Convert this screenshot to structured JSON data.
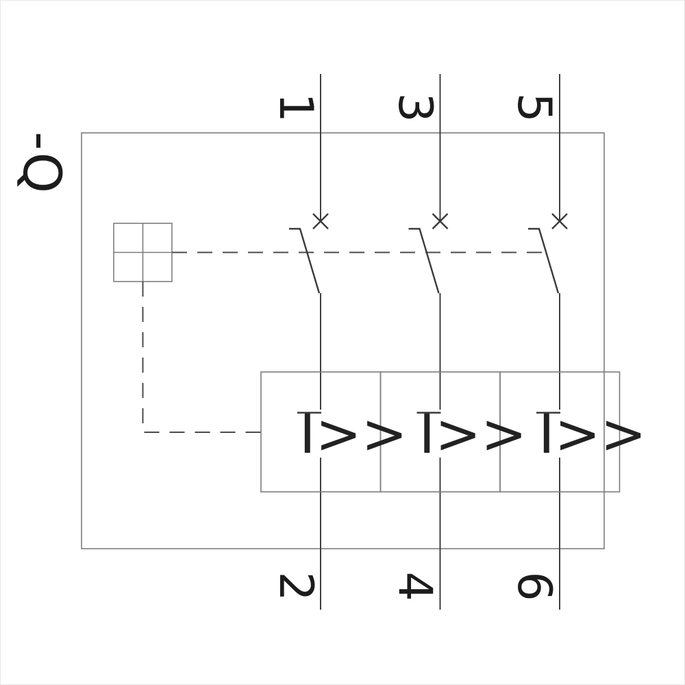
{
  "diagram": {
    "device_label": "-Q",
    "poles": [
      {
        "top_terminal": "1",
        "bottom_terminal": "2",
        "trip_symbol": "I>>"
      },
      {
        "top_terminal": "3",
        "bottom_terminal": "4",
        "trip_symbol": "I>>"
      },
      {
        "top_terminal": "5",
        "bottom_terminal": "6",
        "trip_symbol": "I>>"
      }
    ],
    "colors": {
      "background": "#ffffff",
      "circuit_line": "#3f3f3f",
      "frame_line": "#7d7d7d",
      "dashed_line": "#4a4a4a",
      "text": "#1c1c1c"
    }
  }
}
